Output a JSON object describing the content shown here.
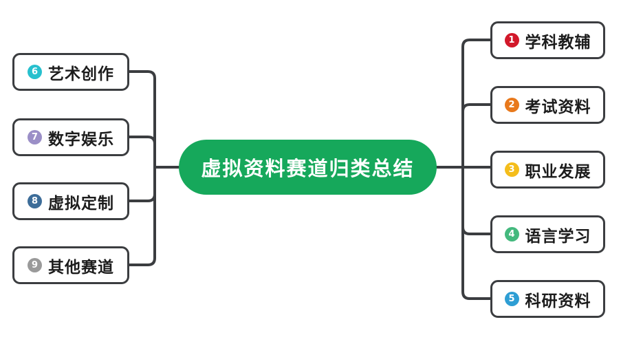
{
  "diagram": {
    "type": "mind-map",
    "title": "虚拟资料赛道归类总结",
    "center": {
      "label": "虚拟资料赛道归类总结",
      "fill": "#16a85b",
      "text_color": "#ffffff"
    },
    "line_color": "#3b3d40",
    "node_border_color": "#3b3d40",
    "node_fill": "#ffffff",
    "node_text_color": "#1c1c1c",
    "right_branches": [
      {
        "number": "1",
        "label": "学科教辅",
        "badge_color": "#d2182a"
      },
      {
        "number": "2",
        "label": "考试资料",
        "badge_color": "#e8791c"
      },
      {
        "number": "3",
        "label": "职业发展",
        "badge_color": "#f4bd1b"
      },
      {
        "number": "4",
        "label": "语言学习",
        "badge_color": "#44b97e"
      },
      {
        "number": "5",
        "label": "科研资料",
        "badge_color": "#2e9ed4"
      }
    ],
    "left_branches": [
      {
        "number": "6",
        "label": "艺术创作",
        "badge_color": "#27c0ce"
      },
      {
        "number": "7",
        "label": "数字娱乐",
        "badge_color": "#9b8fc7"
      },
      {
        "number": "8",
        "label": "虚拟定制",
        "badge_color": "#3d6d99"
      },
      {
        "number": "9",
        "label": "其他赛道",
        "badge_color": "#9a9a9a"
      }
    ]
  }
}
